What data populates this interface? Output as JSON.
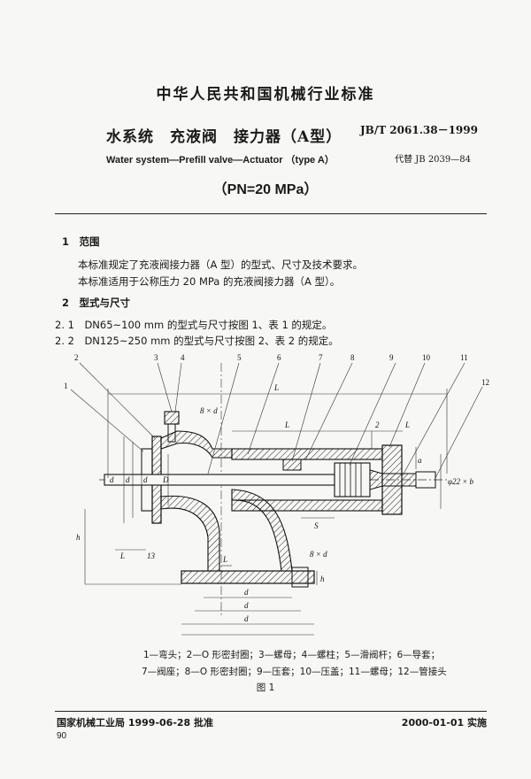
{
  "header": {
    "org_title": "中华人民共和国机械行业标准",
    "title_cn": "水系统　充液阀　接力器（A型）",
    "standard_code": "JB/T 2061.38－1999",
    "title_en": "Water system—Prefill valve—Actuator （type A）",
    "replaces": "代替 JB 2039—84",
    "pressure": "（PN=20 MPa）"
  },
  "sections": {
    "s1_title": "1　范围",
    "s1_p1": "本标准规定了充液阀接力器（A 型）的型式、尺寸及技术要求。",
    "s1_p2": "本标准适用于公称压力 20 MPa 的充液阀接力器（A 型）。",
    "s2_title": "2　型式与尺寸",
    "s21": "2. 1　DN65~100 mm 的型式与尺寸按图 1、表 1 的规定。",
    "s22": "2. 2　DN125~250 mm 的型式与尺寸按图 2、表 2 的规定。"
  },
  "figure": {
    "numbers": [
      "1",
      "2",
      "3",
      "4",
      "5",
      "6",
      "7",
      "8",
      "9",
      "10",
      "11",
      "12"
    ],
    "labels": {
      "bolt_top": "8 × d",
      "bolt_bottom": "8 × d",
      "L": "L",
      "L1": "L",
      "L2": "L",
      "L3": "L",
      "L4": "L",
      "D": "D",
      "d": "d",
      "d1": "d",
      "d2": "d",
      "d3": "d",
      "d4": "d",
      "d5": "d",
      "h1": "h",
      "h2": "h",
      "S": "S",
      "a": "a",
      "dim13": "13",
      "dim2": "2",
      "thread": "φ22 × b"
    },
    "legend_line1": "1—弯头；2—O 形密封圈；3—螺母；4—螺柱；5—滑阀杆；6—导套；",
    "legend_line2": "7—阀座；8—O 形密封圈；9—压套；10—压盖；11—螺母；12—管接头",
    "caption": "图 1"
  },
  "footer": {
    "approval": "国家机械工业局 1999-06-28 批准",
    "implement": "2000-01-01 实施",
    "page": "90"
  }
}
